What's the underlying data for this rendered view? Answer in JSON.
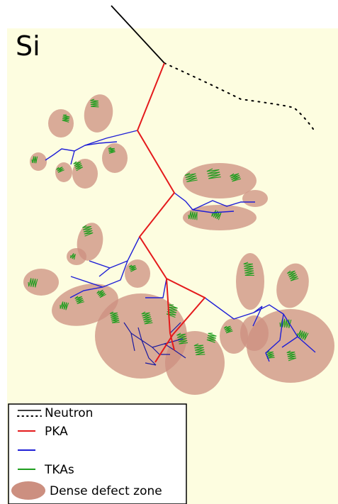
{
  "figure": {
    "panel_label": "Si",
    "background_color": "#fdfde0",
    "zone_color": "#cc8f80",
    "colors": {
      "neutron": "#000000",
      "pka": "#e41a1c",
      "ska": "#1f1fd6",
      "tka": "#1e9e1e"
    }
  },
  "legend": {
    "items": [
      {
        "key": "neutron",
        "label": "Neutron",
        "symbol": "dotted-line"
      },
      {
        "key": "pka",
        "label": "PKA",
        "symbol": "red-line"
      },
      {
        "key": "ska",
        "label": "",
        "symbol": "blue-line"
      },
      {
        "key": "tka",
        "label": "TKAs",
        "symbol": "green-line"
      },
      {
        "key": "zone",
        "label": "Dense defect zone",
        "symbol": "brown-ellipse"
      }
    ]
  }
}
